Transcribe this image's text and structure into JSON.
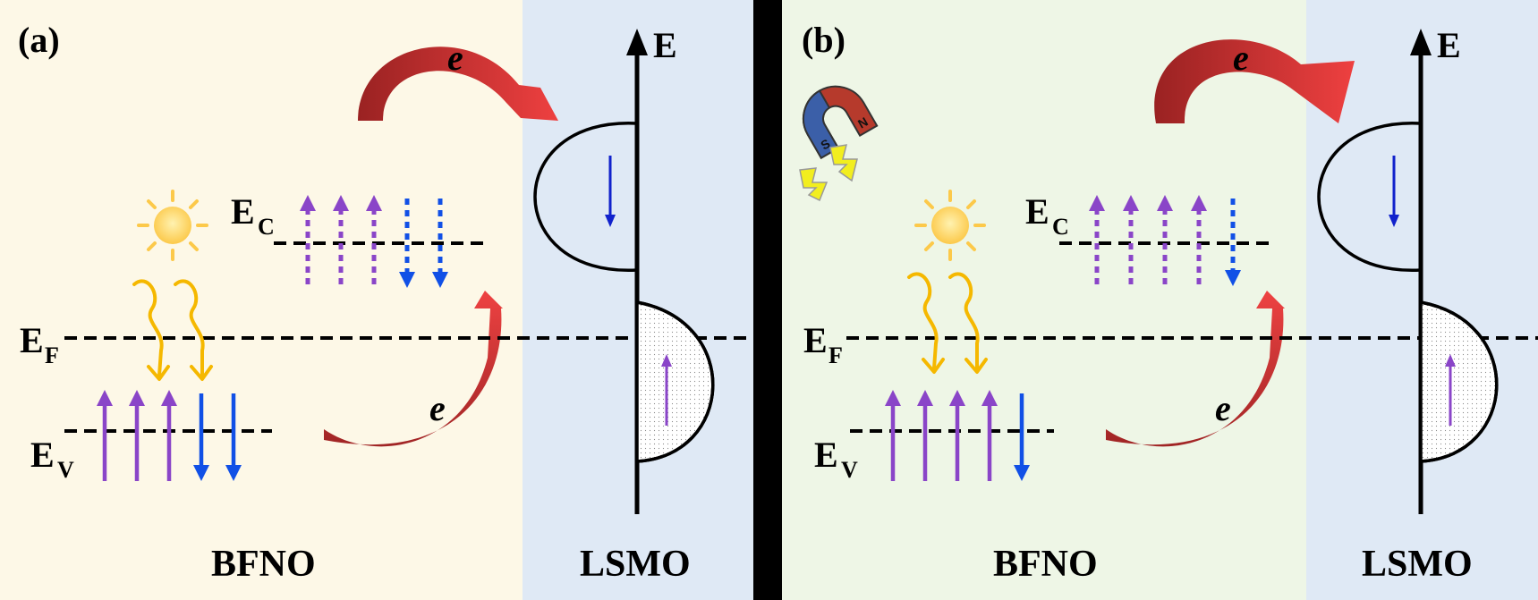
{
  "panels": [
    {
      "id": "a",
      "tag": "(a)",
      "bfno_label": "BFNO",
      "lsmo_label": "LSMO",
      "energy_axis_label": "E",
      "ec_label": "E",
      "ec_sub": "C",
      "ef_label": "E",
      "ef_sub": "F",
      "ev_label": "E",
      "ev_sub": "V",
      "electron_top": "e",
      "electron_bottom": "e",
      "has_magnet": false,
      "ev_spin_up": 3,
      "ev_spin_down": 2,
      "ec_spin_up": 3,
      "ec_spin_down": 2,
      "colors": {
        "bfno_bg": "#fdf8e7",
        "lsmo_bg": "#dfe9f5"
      }
    },
    {
      "id": "b",
      "tag": "(b)",
      "bfno_label": "BFNO",
      "lsmo_label": "LSMO",
      "energy_axis_label": "E",
      "ec_label": "E",
      "ec_sub": "C",
      "ef_label": "E",
      "ef_sub": "F",
      "ev_label": "E",
      "ev_sub": "V",
      "electron_top": "e",
      "electron_bottom": "e",
      "has_magnet": true,
      "magnet_pole_n": "N",
      "magnet_pole_s": "S",
      "ev_spin_up": 4,
      "ev_spin_down": 1,
      "ec_spin_up": 4,
      "ec_spin_down": 1,
      "colors": {
        "bfno_bg": "#eef6e6",
        "lsmo_bg": "#dfe9f5"
      }
    }
  ],
  "colors": {
    "spin_up": "#8a45c8",
    "spin_down": "#1150e6",
    "photon": "#f5b800",
    "sun": "#fcd05a",
    "arrow_red": "#e03838",
    "arrow_dark": "#9e2424",
    "divider": "#000000"
  }
}
